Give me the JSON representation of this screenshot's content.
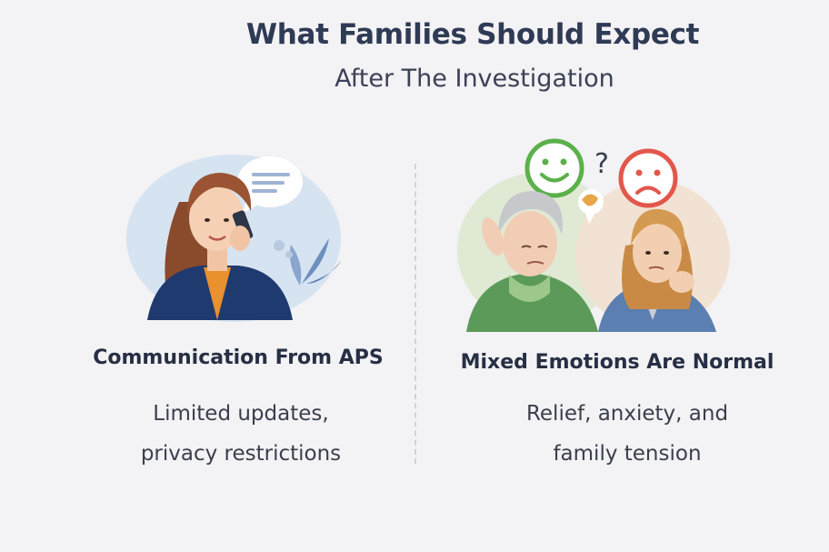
{
  "header": {
    "title": "What Families Should Expect",
    "subtitle": "After The Investigation"
  },
  "left": {
    "heading": "Communication From APS",
    "body_lines": [
      "Limited updates,",
      "privacy restrictions"
    ],
    "illustration_icons": [
      "woman-on-phone-illustration",
      "chat-bubble-icon",
      "leaf-icon"
    ]
  },
  "right": {
    "heading": "Mixed Emotions Are Normal",
    "body_lines": [
      "Relief, anxiety, and",
      "family tension"
    ],
    "illustration_icons": [
      "elderly-woman-illustration",
      "younger-woman-illustration",
      "happy-face-icon",
      "sad-face-icon",
      "question-mark-icon",
      "confused-bubble-icon"
    ]
  },
  "colors": {
    "background": "#f3f2f4",
    "title": "#2f3a55",
    "happy_face": "#5bb04a",
    "sad_face": "#e2574c",
    "divider": "#c9d6da"
  }
}
